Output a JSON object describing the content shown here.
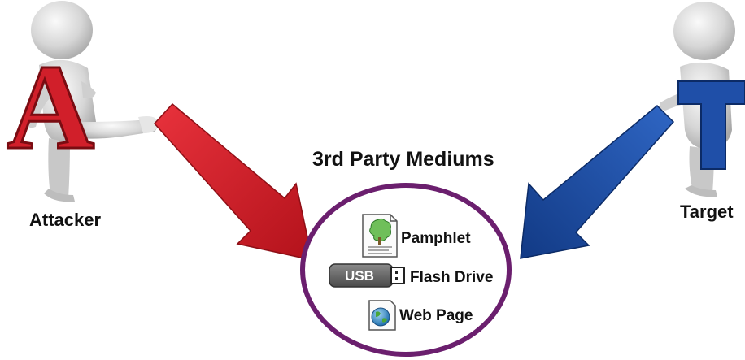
{
  "diagram": {
    "title": "3rd Party Mediums",
    "attacker": {
      "label": "Attacker",
      "badge_letter": "A",
      "color": "#d11f2a"
    },
    "target": {
      "label": "Target",
      "badge_letter": "T",
      "color": "#1f4fa8"
    },
    "mediums": {
      "border_color": "#6b1f6e",
      "items": [
        {
          "label": "Pamphlet",
          "icon": "pamphlet-icon"
        },
        {
          "label": "Flash Drive",
          "icon": "usb-drive-icon",
          "icon_text": "USB"
        },
        {
          "label": "Web Page",
          "icon": "globe-icon"
        }
      ]
    }
  }
}
